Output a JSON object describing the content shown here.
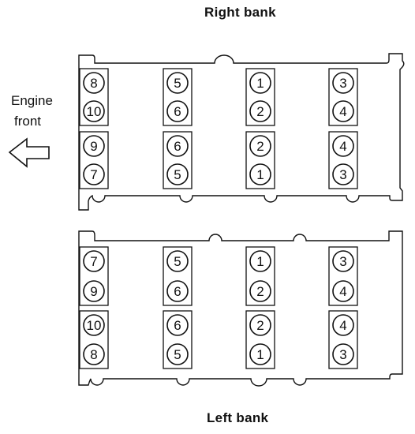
{
  "right_bank": {
    "title": "Right bank",
    "rows": [
      [
        "8",
        "5",
        "1",
        "3"
      ],
      [
        "10",
        "6",
        "2",
        "4"
      ],
      [
        "9",
        "6",
        "2",
        "4"
      ],
      [
        "7",
        "5",
        "1",
        "3"
      ]
    ]
  },
  "left_bank": {
    "title": "Left bank",
    "rows": [
      [
        "7",
        "5",
        "1",
        "3"
      ],
      [
        "9",
        "6",
        "2",
        "4"
      ],
      [
        "10",
        "6",
        "2",
        "4"
      ],
      [
        "8",
        "5",
        "1",
        "3"
      ]
    ]
  },
  "engine_front": {
    "line1": "Engine",
    "line2": "front",
    "arrow_icon": "left-arrow-icon"
  },
  "colors": {
    "ink": "#111111",
    "background": "#ffffff"
  }
}
